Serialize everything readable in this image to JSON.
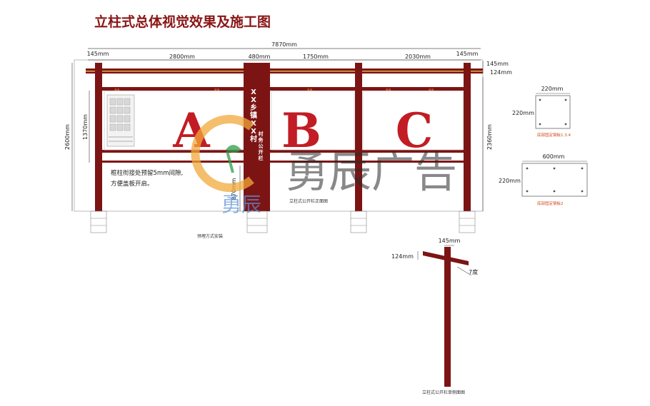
{
  "title": "立柱式总体视觉效果及施工图",
  "dimensions": {
    "total_width": "7870mm",
    "post_left": "145mm",
    "post_right": "145mm",
    "bay1": "2800mm",
    "center_post": "480mm",
    "bay2": "1750mm",
    "bay3": "2030mm",
    "height_total": "2600mm",
    "panel_height": "1370mm",
    "right_height": "2360mm",
    "top_beam_a": "145mm",
    "top_beam_b": "124mm",
    "lower_height": "870mm"
  },
  "panels": {
    "a": "A",
    "b": "B",
    "c": "C"
  },
  "center_post_text": {
    "line1": "XX乡镇XX村",
    "line2": "村务公开栏"
  },
  "notes": {
    "gap_note_line1": "框柱衔接处预留5mm间隙,",
    "gap_note_line2": "方便盖板开启。",
    "front_view_label": "立柱式公开栏正面图",
    "embed_label": "预埋方式安装"
  },
  "base_plates": {
    "plate1_width": "220mm",
    "plate1_height": "220mm",
    "plate1_label": "底部固定钢板1.3.4",
    "plate2_width": "600mm",
    "plate2_height": "220mm",
    "plate2_label": "底部固定钢板2"
  },
  "side_view": {
    "top_width": "145mm",
    "beam_height": "124mm",
    "angle": "7度",
    "label": "立柱式公开栏单侧面图"
  },
  "watermark": {
    "main": "勇辰广告",
    "small": "勇辰"
  },
  "colors": {
    "maroon": "#7d1414",
    "red": "#c21d24",
    "title": "#8a1515"
  }
}
